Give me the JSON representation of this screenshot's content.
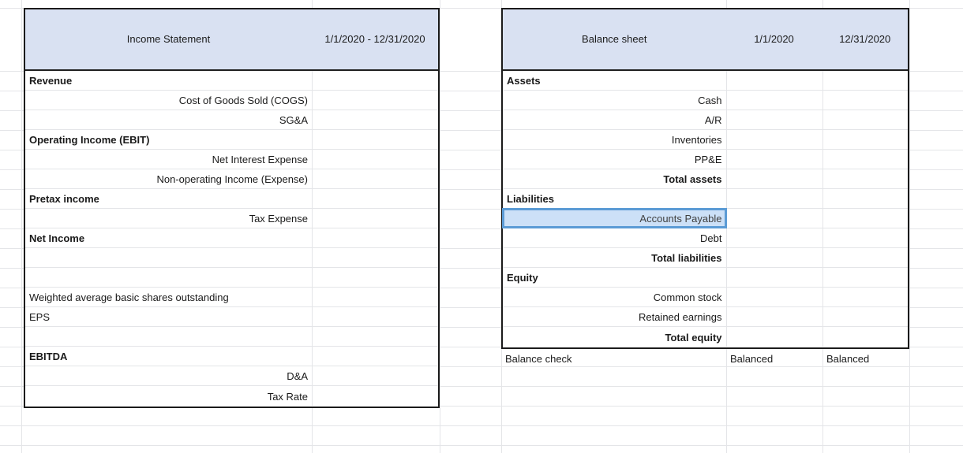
{
  "income_statement": {
    "title": "Income Statement",
    "period": "1/1/2020 - 12/31/2020",
    "rows": [
      {
        "label": "Revenue",
        "bold": true,
        "align": "left"
      },
      {
        "label": "Cost of Goods Sold (COGS)",
        "bold": false,
        "align": "right"
      },
      {
        "label": "SG&A",
        "bold": false,
        "align": "right"
      },
      {
        "label": "Operating Income (EBIT)",
        "bold": true,
        "align": "left"
      },
      {
        "label": "Net Interest Expense",
        "bold": false,
        "align": "right"
      },
      {
        "label": "Non-operating Income (Expense)",
        "bold": false,
        "align": "right"
      },
      {
        "label": "Pretax income",
        "bold": true,
        "align": "left"
      },
      {
        "label": "Tax Expense",
        "bold": false,
        "align": "right"
      },
      {
        "label": "Net Income",
        "bold": true,
        "align": "left"
      },
      {
        "label": "",
        "bold": false,
        "align": "left"
      },
      {
        "label": "",
        "bold": false,
        "align": "left"
      },
      {
        "label": "Weighted average basic shares outstanding",
        "bold": false,
        "align": "left"
      },
      {
        "label": "EPS",
        "bold": false,
        "align": "left"
      },
      {
        "label": "",
        "bold": false,
        "align": "left"
      },
      {
        "label": "EBITDA",
        "bold": true,
        "align": "left"
      },
      {
        "label": "D&A",
        "bold": false,
        "align": "right"
      },
      {
        "label": "Tax Rate",
        "bold": false,
        "align": "right"
      }
    ]
  },
  "balance_sheet": {
    "title": "Balance sheet",
    "date_col1": "1/1/2020",
    "date_col2": "12/31/2020",
    "rows": [
      {
        "label": "Assets",
        "bold": true,
        "align": "left"
      },
      {
        "label": "Cash",
        "bold": false,
        "align": "right"
      },
      {
        "label": "A/R",
        "bold": false,
        "align": "right"
      },
      {
        "label": "Inventories",
        "bold": false,
        "align": "right"
      },
      {
        "label": "PP&E",
        "bold": false,
        "align": "right"
      },
      {
        "label": "Total assets",
        "bold": true,
        "align": "right"
      },
      {
        "label": "Liabilities",
        "bold": true,
        "align": "left"
      },
      {
        "label": "Accounts Payable",
        "bold": false,
        "align": "right",
        "selected": true
      },
      {
        "label": "Debt",
        "bold": false,
        "align": "right"
      },
      {
        "label": "Total liabilities",
        "bold": true,
        "align": "right"
      },
      {
        "label": "Equity",
        "bold": true,
        "align": "left"
      },
      {
        "label": "Common stock",
        "bold": false,
        "align": "right"
      },
      {
        "label": "Retained earnings",
        "bold": false,
        "align": "right"
      },
      {
        "label": "Total equity",
        "bold": true,
        "align": "right"
      }
    ]
  },
  "balance_check": {
    "label": "Balance check",
    "col1": "Balanced",
    "col2": "Balanced"
  },
  "colors": {
    "header_fill": "#D9E1F2",
    "selected_fill": "#CCE0F7",
    "selected_border": "#5B9BD5",
    "gridline": "#E4E5E8"
  }
}
